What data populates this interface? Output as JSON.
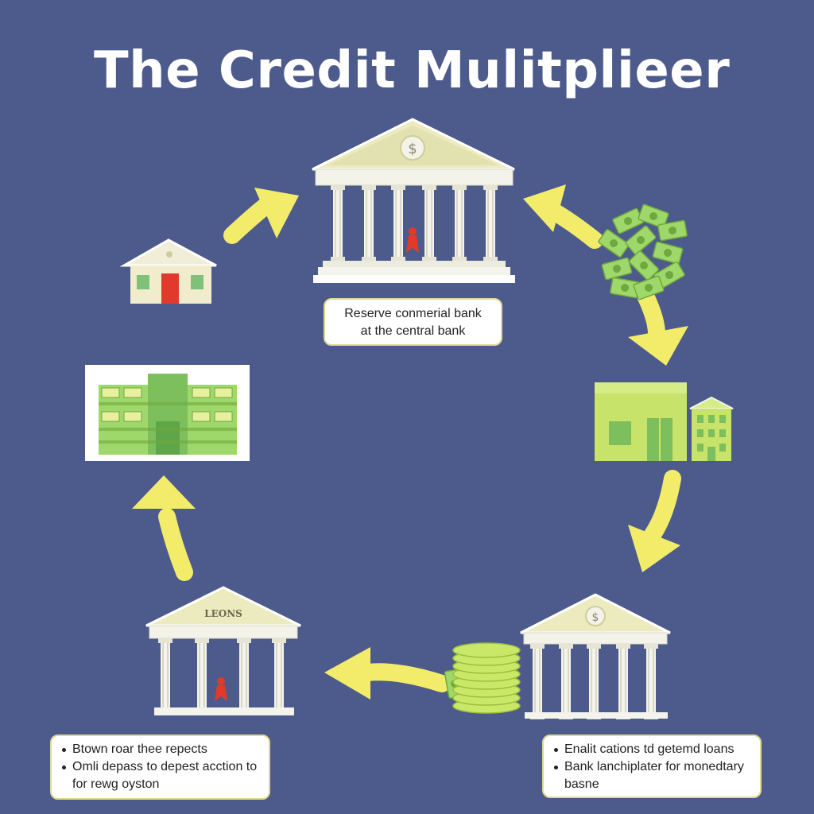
{
  "title": "The Credit Mulitplieer",
  "central_bank": {
    "icon": "dollar-icon",
    "label_lines": [
      "Reserve conmerial bank",
      "at the central bank"
    ]
  },
  "loans_bank": {
    "pediment_text": "LEONS",
    "notes": [
      "Btown roar thee repects",
      "Omli depass to depest acction to"
    ],
    "notes_continuation": "for rewg oyston"
  },
  "commercial_bank": {
    "icon": "dollar-icon",
    "notes": [
      "Enalit cations td getemd loans",
      "Bank lanchiplater for monedtary"
    ],
    "notes_continuation": "basne"
  },
  "colors": {
    "background": "#4d5a8c",
    "arrow": "#f2ec6a",
    "money": "#9fd86a",
    "building": "#f3f3ea",
    "pediment": "#ecebc0"
  }
}
